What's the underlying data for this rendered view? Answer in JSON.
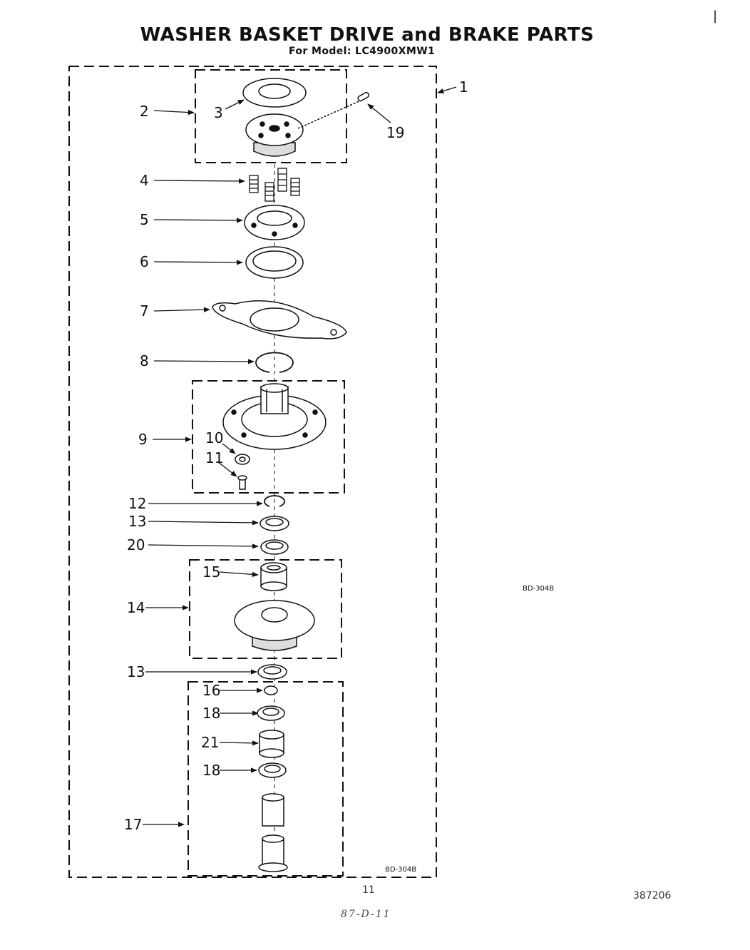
{
  "title": "WASHER BASKET DRIVE and BRAKE PARTS",
  "subtitle": "For Model: LC4900XMW1",
  "callouts": {
    "c1": "1",
    "c2": "2",
    "c3": "3",
    "c4": "4",
    "c5": "5",
    "c6": "6",
    "c7": "7",
    "c8": "8",
    "c9": "9",
    "c10": "10",
    "c11": "11",
    "c12": "12",
    "c13a": "13",
    "c20": "20",
    "c15": "15",
    "c14": "14",
    "c13b": "13",
    "c16": "16",
    "c18a": "18",
    "c21": "21",
    "c18b": "18",
    "c17": "17",
    "c19": "19"
  },
  "diagram_code_right": "BD-304B",
  "diagram_code_bottom": "BD-304B",
  "page_number": "11",
  "doc_number": "387206",
  "handwritten_note": "87-D-11",
  "corner_mark": "|"
}
